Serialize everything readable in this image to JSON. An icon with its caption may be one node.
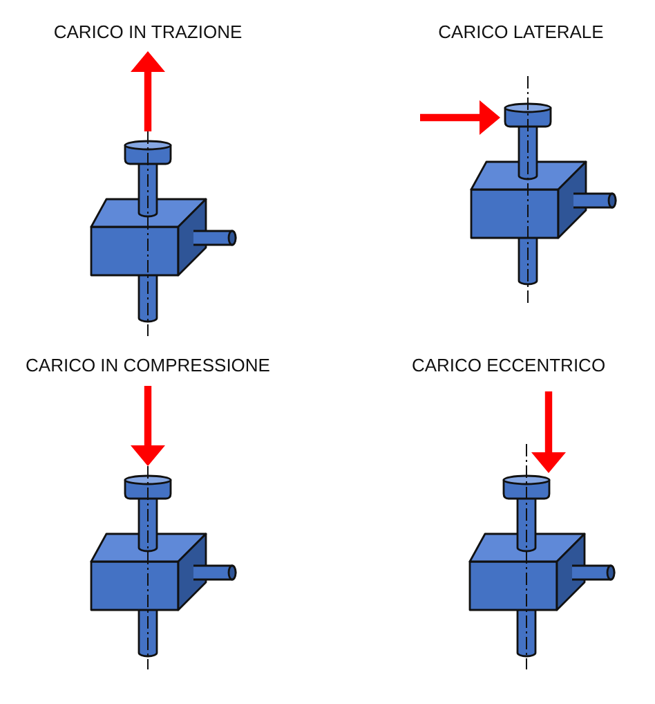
{
  "diagram": {
    "labels": [
      "CARICO IN TRAZIONE",
      "CARICO LATERALE",
      "CARICO IN COMPRESSIONE",
      "CARICO ECCENTRICO"
    ]
  }
}
